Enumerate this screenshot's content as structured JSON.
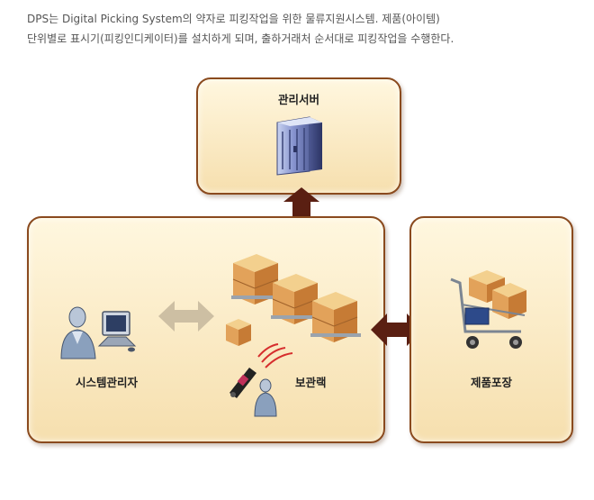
{
  "intro": {
    "line1": "DPS는 Digital Picking System의 약자로 피킹작업을 위한 물류지원시스템. 제품(아이템)",
    "line2": "단위별로 표시기(피킹인디케이터)를 설치하게 되며, 출하거래처 순서대로 피킹작업을 수행한다."
  },
  "nodes": {
    "server": "관리서버",
    "admin": "시스템관리자",
    "rack": "보관랙",
    "packing": "제품포장"
  },
  "colors": {
    "panel_border": "#8a4a1e",
    "panel_fill": "#f6dfae",
    "arrow_dark": "#5a1f12",
    "arrow_light": "#cdbfa3"
  },
  "icons": [
    "server-icon",
    "computer-user-icon",
    "box-rack-icon",
    "handheld-scanner-icon",
    "worker-icon",
    "cart-icon"
  ]
}
